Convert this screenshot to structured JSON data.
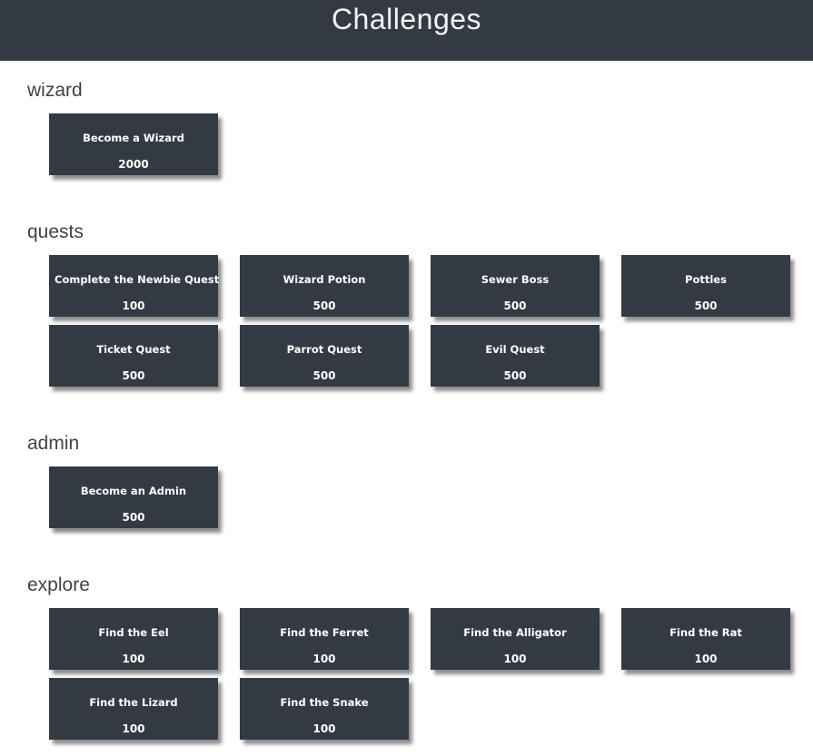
{
  "page": {
    "title": "Challenges"
  },
  "colors": {
    "header_bg": "#343a44",
    "card_bg": "#343a44",
    "heading_color": "#414349",
    "title_color": "#f2f3f4",
    "card_text": "#ffffff",
    "page_bg": "#ffffff"
  },
  "sections": [
    {
      "name": "wizard",
      "challenges": [
        {
          "title": "Become a Wizard",
          "points": "2000"
        }
      ]
    },
    {
      "name": "quests",
      "challenges": [
        {
          "title": "Complete the Newbie Quest",
          "points": "100"
        },
        {
          "title": "Wizard Potion",
          "points": "500"
        },
        {
          "title": "Sewer Boss",
          "points": "500"
        },
        {
          "title": "Pottles",
          "points": "500"
        },
        {
          "title": "Ticket Quest",
          "points": "500"
        },
        {
          "title": "Parrot Quest",
          "points": "500"
        },
        {
          "title": "Evil Quest",
          "points": "500"
        }
      ]
    },
    {
      "name": "admin",
      "challenges": [
        {
          "title": "Become an Admin",
          "points": "500"
        }
      ]
    },
    {
      "name": "explore",
      "challenges": [
        {
          "title": "Find the Eel",
          "points": "100"
        },
        {
          "title": "Find the Ferret",
          "points": "100"
        },
        {
          "title": "Find the Alligator",
          "points": "100"
        },
        {
          "title": "Find the Rat",
          "points": "100"
        },
        {
          "title": "Find the Lizard",
          "points": "100"
        },
        {
          "title": "Find the Snake",
          "points": "100"
        }
      ]
    }
  ]
}
